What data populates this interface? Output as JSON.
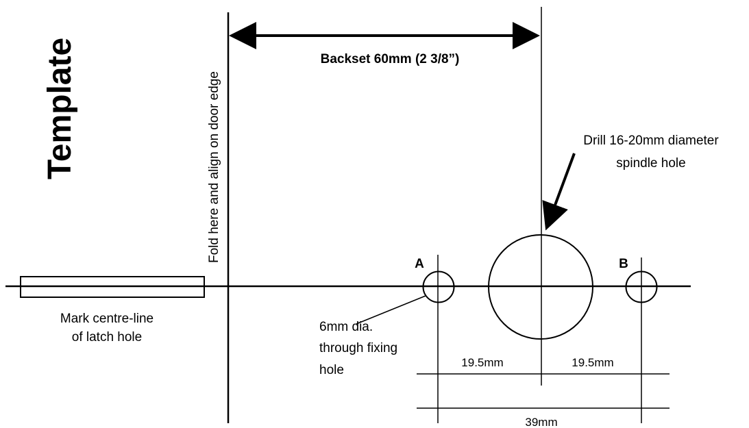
{
  "title": "Template",
  "fold_label": "Fold here and align on door edge",
  "backset_label": "Backset 60mm (2 3/8”)",
  "drill_label": [
    "Drill 16-20mm diameter",
    "spindle hole"
  ],
  "latch_label": [
    "Mark centre-line",
    "of latch hole"
  ],
  "fixing_label": [
    "6mm dia.",
    "through fixing",
    "hole"
  ],
  "hole_a_label": "A",
  "hole_b_label": "B",
  "dim_left": "19.5mm",
  "dim_right": "19.5mm",
  "dim_total": "39mm"
}
